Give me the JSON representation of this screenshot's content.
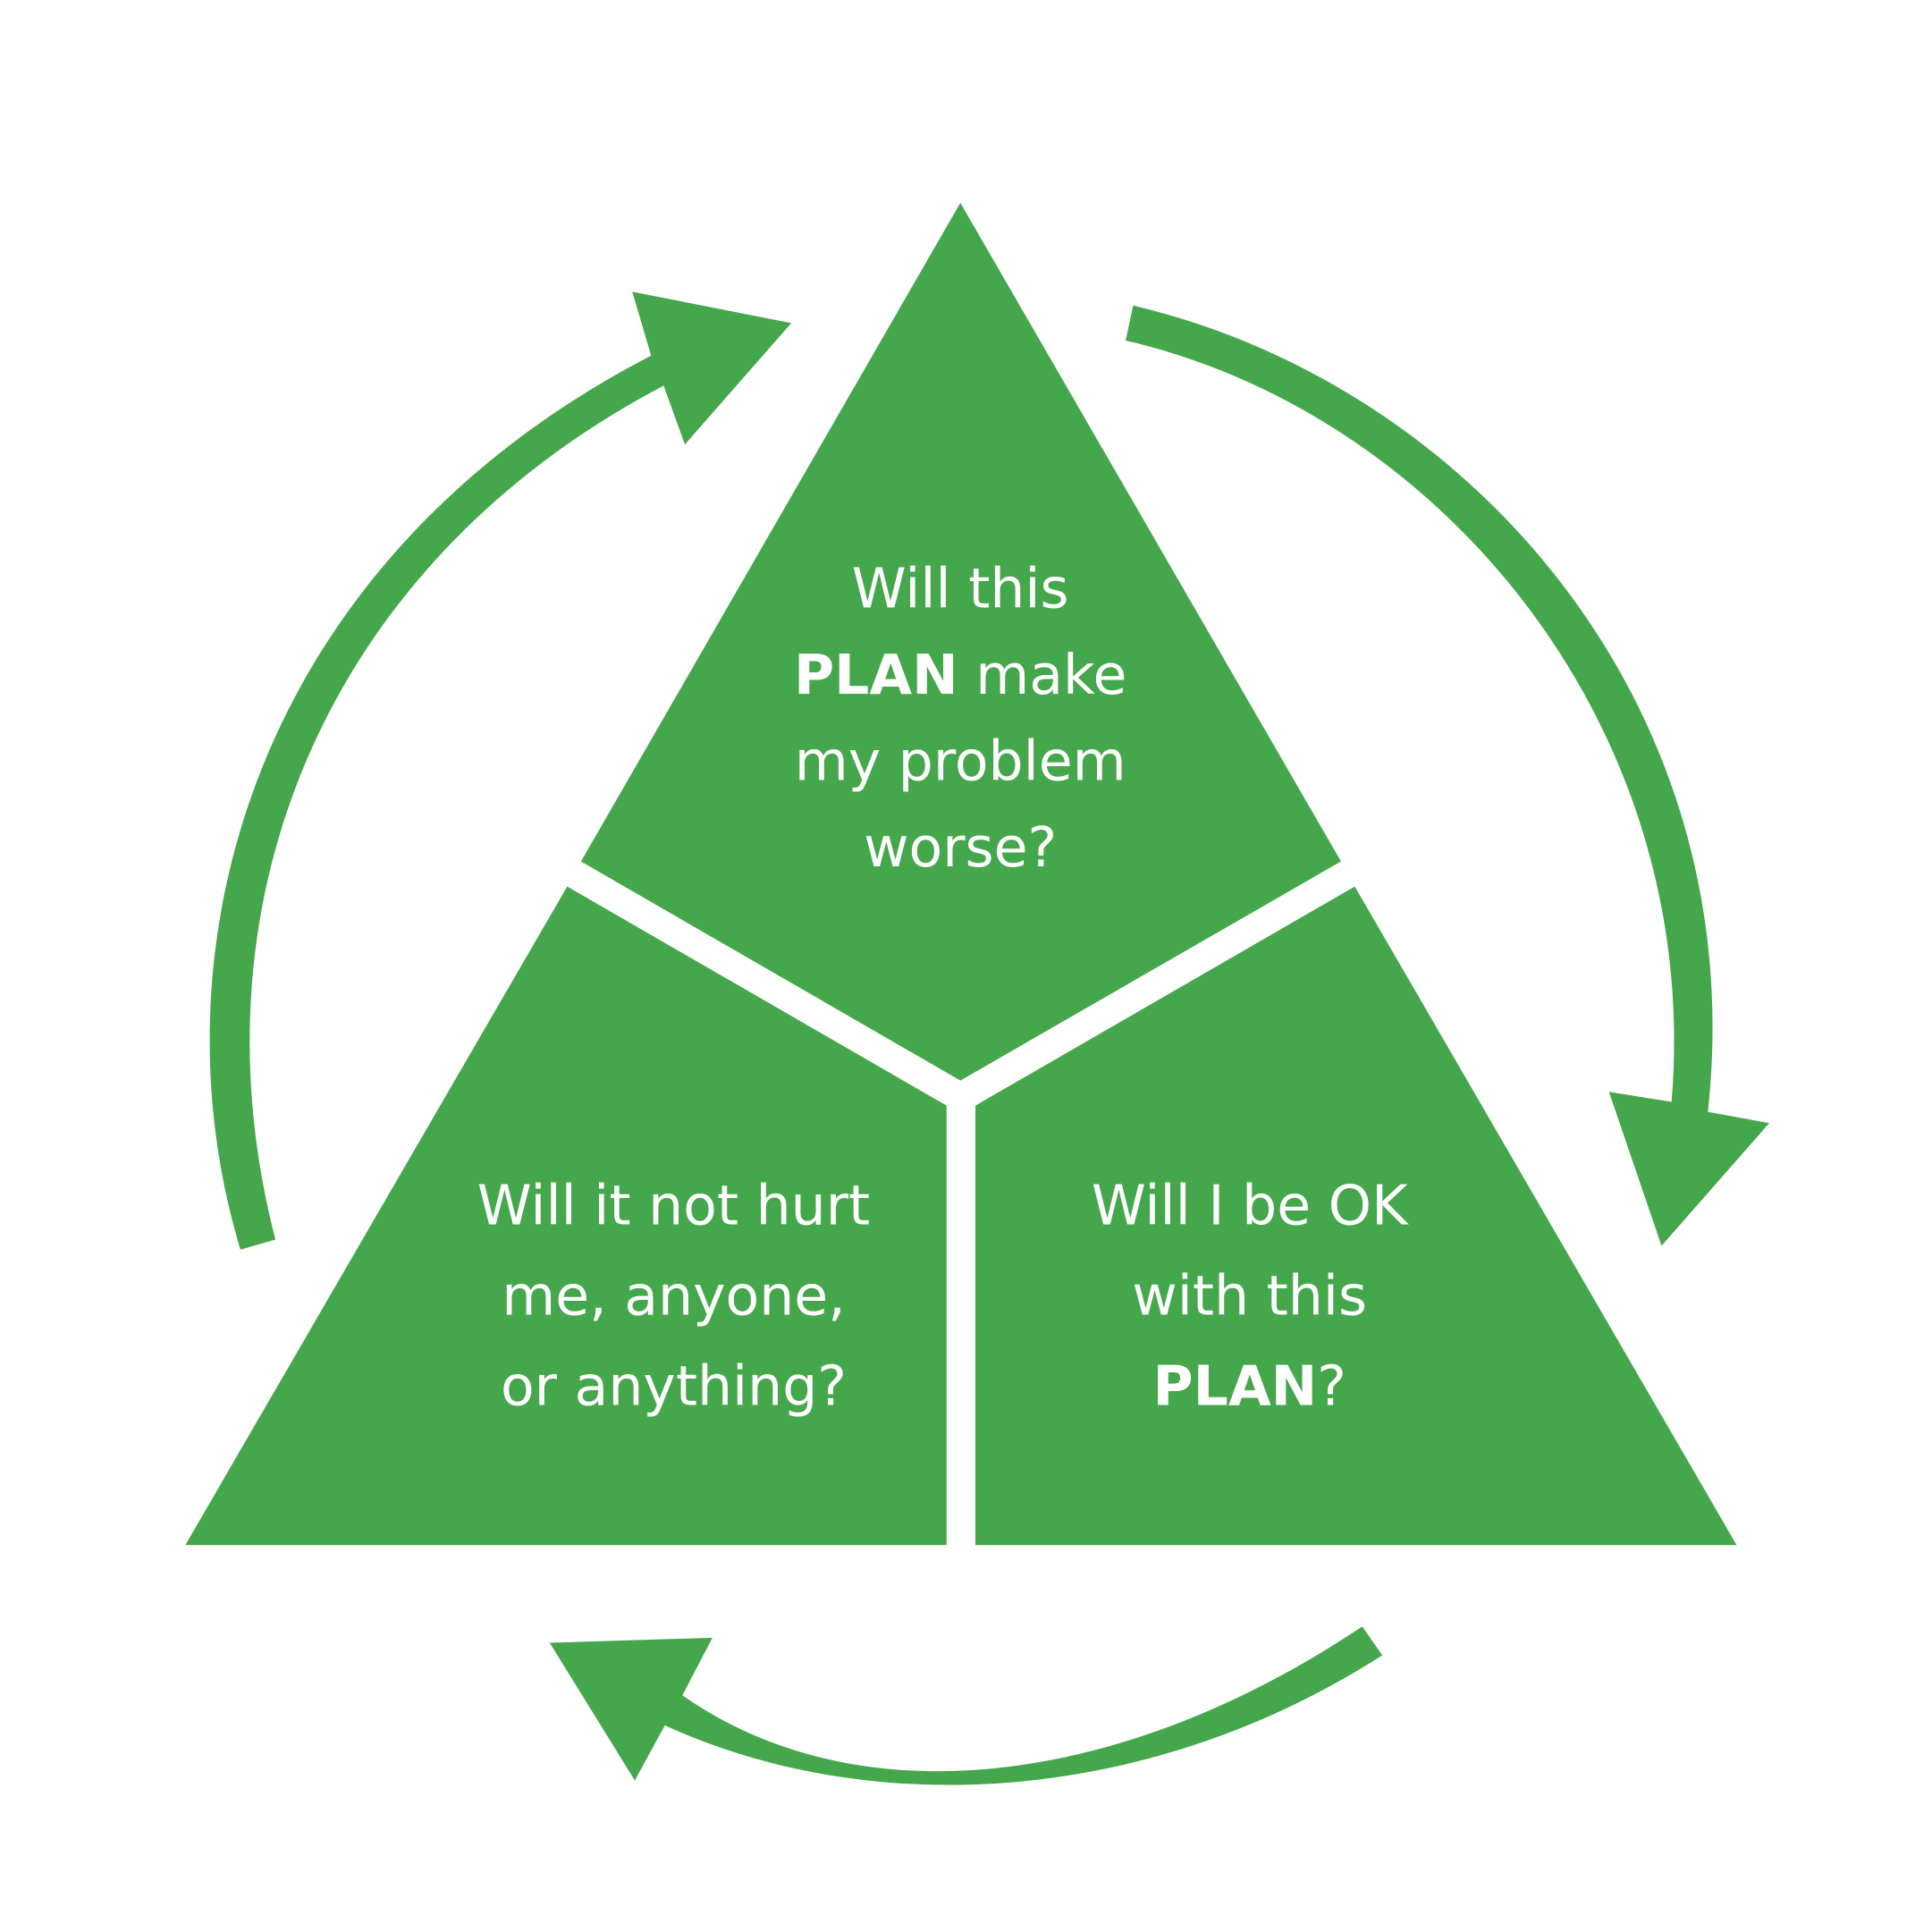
{
  "colors": {
    "accent": "#45A74B",
    "text": "#FFFFFF"
  },
  "diagram": {
    "type": "cycle-triangle",
    "segments": [
      {
        "id": "top",
        "lines": [
          [
            {
              "t": "Will this",
              "bold": false
            }
          ],
          [
            {
              "t": "PLAN",
              "bold": true
            },
            {
              "t": " make",
              "bold": false
            }
          ],
          [
            {
              "t": "my problem",
              "bold": false
            }
          ],
          [
            {
              "t": "worse?",
              "bold": false
            }
          ]
        ]
      },
      {
        "id": "bottom-left",
        "lines": [
          [
            {
              "t": "Will it not hurt",
              "bold": false
            }
          ],
          [
            {
              "t": "me, anyone,",
              "bold": false
            }
          ],
          [
            {
              "t": "or anything?",
              "bold": false
            }
          ]
        ]
      },
      {
        "id": "bottom-right",
        "lines": [
          [
            {
              "t": "Will I be OK",
              "bold": false
            }
          ],
          [
            {
              "t": "with this",
              "bold": false
            }
          ],
          [
            {
              "t": "PLAN",
              "bold": true
            },
            {
              "t": "?",
              "bold": false
            }
          ]
        ]
      }
    ],
    "arrows": [
      "top-right-clockwise",
      "bottom-leftward",
      "left-upward"
    ]
  }
}
